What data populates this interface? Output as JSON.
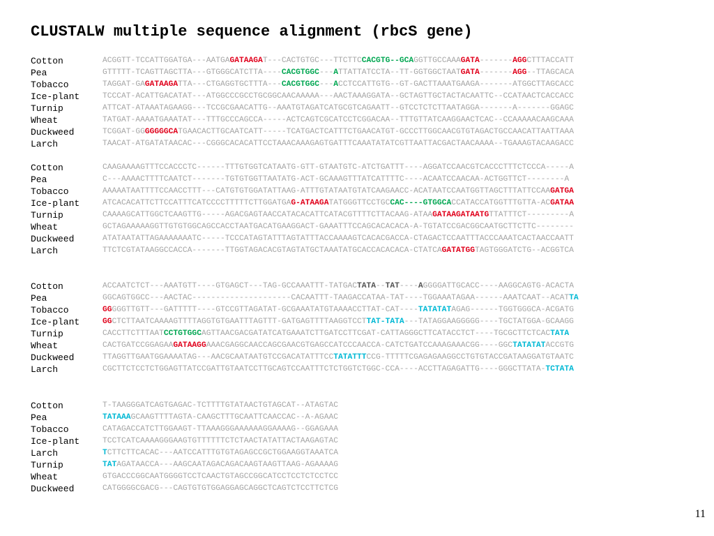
{
  "title": "CLUSTALW multiple sequence alignment (rbcS gene)",
  "page_number": "11",
  "colors": {
    "base": "#a6a6a6",
    "red": "#e0001b",
    "green": "#00a651",
    "cyan": "#00b8d4"
  },
  "blocks": [
    {
      "rows": [
        {
          "name": "Cotton",
          "seq": [
            {
              "t": "ACGGTT-TCCATTGGATGA---AATGA"
            },
            {
              "t": "GATAAGA",
              "c": "red"
            },
            {
              "t": "T---CACTGTGC---TTCTTC"
            },
            {
              "t": "CACGTG--GCA",
              "c": "green"
            },
            {
              "t": "GGTTGCCAAA"
            },
            {
              "t": "GATA",
              "c": "red"
            },
            {
              "t": "-------"
            },
            {
              "t": "AGG",
              "c": "red"
            },
            {
              "t": "CTTTACCATT"
            }
          ]
        },
        {
          "name": "Pea",
          "seq": [
            {
              "t": "GTTTTT-TCAGTTAGCTTA---GTGGGCATCTTA----"
            },
            {
              "t": "CACGTGGC",
              "c": "green"
            },
            {
              "t": "---"
            },
            {
              "t": "A",
              "c": "green"
            },
            {
              "t": "TTATTATCCTA--TT-GGTGGCTAAT"
            },
            {
              "t": "GATA",
              "c": "red"
            },
            {
              "t": "-------"
            },
            {
              "t": "AGG",
              "c": "red"
            },
            {
              "t": "--TTAGCACA"
            }
          ]
        },
        {
          "name": "Tobacco",
          "seq": [
            {
              "t": "TAGGAT-GA"
            },
            {
              "t": "GATAAGA",
              "c": "red"
            },
            {
              "t": "TTA---CTGAGGTGCTTTA---"
            },
            {
              "t": "CACGTGGC",
              "c": "green"
            },
            {
              "t": "---"
            },
            {
              "t": "A",
              "c": "green"
            },
            {
              "t": "CCTCCATTGTG--GT-GACTTAAATGAAGA-------ATGGCTTAGCACC"
            }
          ]
        },
        {
          "name": "Ice-plant",
          "seq": [
            {
              "t": "TCCCAT-ACATTGACATAT---ATGGCCCGCCTGCGGCAACAAAAA---AACTAAAGGATA--GCTAGTTGCTACTACAATTC--CCATAACTCACCACC"
            }
          ]
        },
        {
          "name": "Turnip",
          "seq": [
            {
              "t": "ATTCAT-ATAAATAGAAGG---TCCGCGAACATTG--AAATGTAGATCATGCGTCAGAATT--GTCCTCTCTTAATAGGA-------A-------GGAGC"
            }
          ]
        },
        {
          "name": "Wheat",
          "seq": [
            {
              "t": "TATGAT-AAAATGAAATAT---TTTGCCCAGCCA-----ACTCAGTCGCATCCTCGGACAA--TTTGTTATCAAGGAACTCAC--CCAAAAACAAGCAAA"
            }
          ]
        },
        {
          "name": "Duckweed",
          "seq": [
            {
              "t": "TCGGAT-GG"
            },
            {
              "t": "GGGGGCA",
              "c": "red"
            },
            {
              "t": "TGAACACTTGCAATCATT-----TCATGACTCATTTCTGAACATGT-GCCCTTGGCAACGTGTAGACTGCCAACATTAATTAAA"
            }
          ]
        },
        {
          "name": "Larch",
          "seq": [
            {
              "t": "TAACAT-ATGATATAACAC---CGGGCACACATTCCTAAACAAAGAGTGATTTCAAATATATCGTTAATTACGACTAACAAAA--TGAAAGTACAAGACC"
            }
          ]
        }
      ]
    },
    {
      "rows": [
        {
          "name": "Cotton",
          "seq": [
            {
              "t": "CAAGAAAAGTTTCCACCCTC------TTTGTGGTCATAATG-GTT-GTAATGTC-ATCTGATTT----AGGATCCAACGTCACCCTTTCTCCCA-----A"
            }
          ]
        },
        {
          "name": "Pea",
          "seq": [
            {
              "t": "C---AAAACTTTTCAATCT-------TGTGTGGTTAATATG-ACT-GCAAAGTTTATCATTTTC----ACAATCCAACAA-ACTGGTTCT--------A"
            }
          ]
        },
        {
          "name": "Tobacco",
          "seq": [
            {
              "t": "AAAAATAATTTTCCAACCTTT---CATGTGTGGATATTAAG-ATTTGTATAATGTATCAAGAACC-ACATAATCCAATGGTTAGCTTTATTCCAA"
            },
            {
              "t": "GATGA",
              "c": "red"
            }
          ]
        },
        {
          "name": "Ice-plant",
          "seq": [
            {
              "t": "ATCACACATTCTTCCATTTCATCCCCTTTTTCTTGGATGA"
            },
            {
              "t": "G-ATAAGA",
              "c": "red"
            },
            {
              "t": "TATGGGTTCCTGC"
            },
            {
              "t": "CAC----GTGGCA",
              "c": "green"
            },
            {
              "t": "CCATACCATGGTTTGTTA-AC"
            },
            {
              "t": "GATAA",
              "c": "red"
            }
          ]
        },
        {
          "name": "Turnip",
          "seq": [
            {
              "t": "CAAAAGCATTGGCTCAAGTTG-----AGACGAGTAACCATACACATTCATACGTTTTCTTACAAG-ATAA"
            },
            {
              "t": "GATAAGATAATG",
              "c": "red"
            },
            {
              "t": "TTATTTCT---------A"
            }
          ]
        },
        {
          "name": "Wheat",
          "seq": [
            {
              "t": "GCTAGAAAAAGGTTGTGTGGCAGCCACCTAATGACATGAAGGACT-GAAATTTCCAGCACACACA-A-TGTATCCGACGGCAATGCTTCTTC--------"
            }
          ]
        },
        {
          "name": "Duckweed",
          "seq": [
            {
              "t": "ATATAATATTAGAAAAAAATC-----TCCCATAGTATTTAGTATTTACCAAAAGTCACACGACCA-CTAGACTCCAATTTACCCAAATCACTAACCAATT"
            }
          ]
        },
        {
          "name": "Larch",
          "seq": [
            {
              "t": "TTCTCGTATAAGGCCACCA-------TTGGTAGACACGTAGTATGCTAAATATGCACCACACACA-CTATCA"
            },
            {
              "t": "GATATGG",
              "c": "red"
            },
            {
              "t": "TAGTGGGATCTG--ACGGTCA"
            }
          ]
        }
      ]
    },
    {
      "rows": [
        {
          "name": "Cotton",
          "seq": [
            {
              "t": "ACCAATCTCT---AAATGTT----GTGAGCT---TAG-GCCAAATTT-TATGAC"
            },
            {
              "t": "TATA",
              "c": "dark"
            },
            {
              "t": "--"
            },
            {
              "t": "TAT",
              "c": "dark"
            },
            {
              "t": "----"
            },
            {
              "t": "A",
              "c": "dark"
            },
            {
              "t": "GGGGATTGCACC----AAGGCAGTG-ACACTA"
            }
          ]
        },
        {
          "name": "Pea",
          "seq": [
            {
              "t": "GGCAGTGGCC---AACTAC---------------------CACAATTT-TAAGACCATAA-TAT----TGGAAATAGAA------AAATCAAT--ACAT"
            },
            {
              "t": "TA",
              "c": "cyan"
            }
          ]
        },
        {
          "name": "Tobacco",
          "seq": [
            {
              "t": "GG",
              "c": "red"
            },
            {
              "t": "GGGTTGTT---GATTTTT----GTCCGTTAGATAT-GCGAAATATGTAAAACCTTAT-CAT----"
            },
            {
              "t": "TATATAT",
              "c": "cyan"
            },
            {
              "t": "AGAG------TGGTGGGCA-ACGATG"
            }
          ]
        },
        {
          "name": "Ice-plant",
          "seq": [
            {
              "t": "GG",
              "c": "red"
            },
            {
              "t": "CTCTTAATCAAAAGTTTTAGGTGTGAATTTAGTTT-GATGAGTTTTAAGGTCCT"
            },
            {
              "t": "TAT-TATA",
              "c": "cyan"
            },
            {
              "t": "---TATAGGAAGGGGG----TGCTATGGA-GCAAGG"
            }
          ]
        },
        {
          "name": "Turnip",
          "seq": [
            {
              "t": "CACCTTCTTTAAT"
            },
            {
              "t": "CCTGTGGC",
              "c": "green"
            },
            {
              "t": "AGTTAACGACGATATCATGAAATCTTGATCCTTCGAT-CATTAGGGCTTCATACCTCT----TGCGCTTCTCAC"
            },
            {
              "t": "TATA",
              "c": "cyan"
            }
          ]
        },
        {
          "name": "Wheat",
          "seq": [
            {
              "t": "CACTGATCCGGAGAA"
            },
            {
              "t": "GATAAGG",
              "c": "red"
            },
            {
              "t": "AAACGAGGCAACCAGCGAACGTGAGCCATCCCAACCA-CATCTGATCCAAAGAAACGG----GGC"
            },
            {
              "t": "TATATAT",
              "c": "cyan"
            },
            {
              "t": "ACCGTG"
            }
          ]
        },
        {
          "name": "Duckweed",
          "seq": [
            {
              "t": "TTAGGTTGAATGGAAAATAG---AACGCAATAATGTCCGACATATTTCC"
            },
            {
              "t": "TATATTT",
              "c": "cyan"
            },
            {
              "t": "CCG-TTTTTCGAGAGAAGGCCTGTGTACCGATAAGGATGTAATC"
            }
          ]
        },
        {
          "name": "Larch",
          "seq": [
            {
              "t": "CGCTTCTCCTCTGGAGTTATCCGATTGTAATCCTTGCAGTCCAATTTCTCTGGTCTGGC-CCA----ACCTTAGAGATTG----GGGCTTATA-"
            },
            {
              "t": "TCTATA",
              "c": "cyan"
            }
          ]
        }
      ]
    },
    {
      "rows": [
        {
          "name": "Cotton",
          "seq": [
            {
              "t": "T-TAAGGGATCAGTGAGAC-TCTTTTGTATAACTGTAGCAT--ATAGTAC"
            }
          ]
        },
        {
          "name": "Pea",
          "seq": [
            {
              "t": "TATAAA",
              "c": "cyan"
            },
            {
              "t": "GCAAGTTTTAGTA-CAAGCTTTGCAATTCAACCAC--A-AGAAC"
            }
          ]
        },
        {
          "name": "Tobacco",
          "seq": [
            {
              "t": "CATAGACCATCTTGGAAGT-TTAAAGGGAAAAAAGGAAAAG--GGAGAAA"
            }
          ]
        },
        {
          "name": "Ice-plant",
          "seq": [
            {
              "t": "TCCTCATCAAAAGGGAAGTGTTTTTTCTCTAACTATATTACTAAGAGTAC"
            }
          ]
        },
        {
          "name": "Larch",
          "seq": [
            {
              "t": "T",
              "c": "cyan"
            },
            {
              "t": "CTTCTTCACAC---AATCCATTTGTGTAGAGCCGCTGGAAGGTAAATCA"
            }
          ]
        },
        {
          "name": "Turnip",
          "seq": [
            {
              "t": "TAT",
              "c": "cyan"
            },
            {
              "t": "AGATAACCA---AAGCAATAGACAGACAAGTAAGTTAAG-AGAAAAG"
            }
          ]
        },
        {
          "name": "Wheat",
          "seq": [
            {
              "t": "GTGACCCGGCAATGGGGTCCTCAACTGTAGCCGGCATCCTCCTCTCCTCC"
            }
          ]
        },
        {
          "name": "Duckweed",
          "seq": [
            {
              "t": "CATGGGGCGACG---CAGTGTGTGGAGGAGCAGGCTCAGTCTCCTTCTCG"
            }
          ]
        }
      ]
    }
  ]
}
